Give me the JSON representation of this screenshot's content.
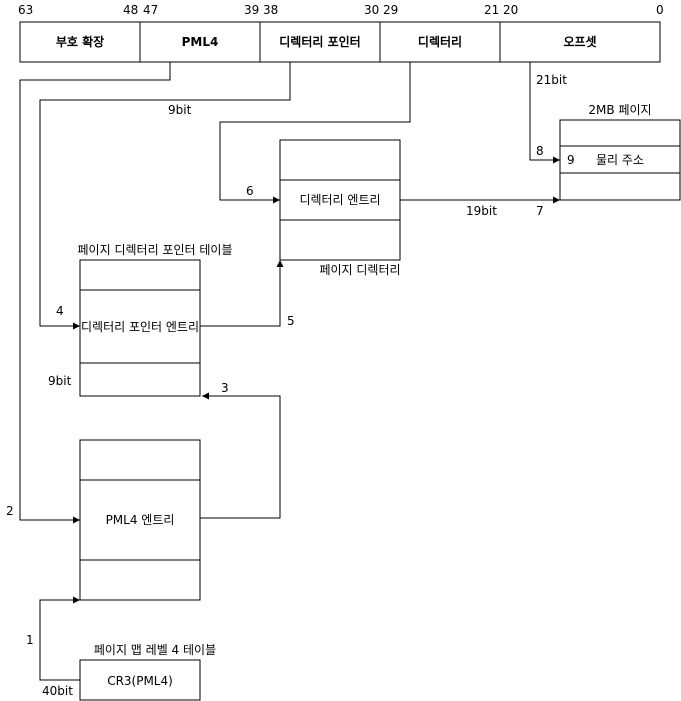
{
  "bit_positions": {
    "b63": "63",
    "b48": "48",
    "b47": "47",
    "b39": "39",
    "b38": "38",
    "b30": "30",
    "b29": "29",
    "b21": "21",
    "b20": "20",
    "b0": "0"
  },
  "address_fields": {
    "sign_extension": "부호 확장",
    "pml4": "PML4",
    "directory_pointer": "디렉터리 포인터",
    "directory": "디렉터리",
    "offset": "오프셋"
  },
  "tables": {
    "pml4_table_title": "페이지 맵 레벨 4 테이블",
    "cr3": "CR3(PML4)",
    "pml4_entry": "PML4 엔트리",
    "pdpt_title": "페이지 디렉터리 포인터 테이블",
    "pdpt_entry": "디렉터리 포인터 엔트리",
    "pd_title": "페이지 디렉터리",
    "pd_entry": "디렉터리 엔트리",
    "page_title": "2MB 페이지",
    "physical_address": "물리 주소"
  },
  "bit_widths": {
    "cr3": "40bit",
    "pdpt_index": "9bit",
    "pdpt_entry": "9bit",
    "pd_to_page": "19bit",
    "offset": "21bit"
  },
  "steps": {
    "s1": "1",
    "s2": "2",
    "s3": "3",
    "s4": "4",
    "s5": "5",
    "s6": "6",
    "s7": "7",
    "s8": "8",
    "s9": "9"
  }
}
